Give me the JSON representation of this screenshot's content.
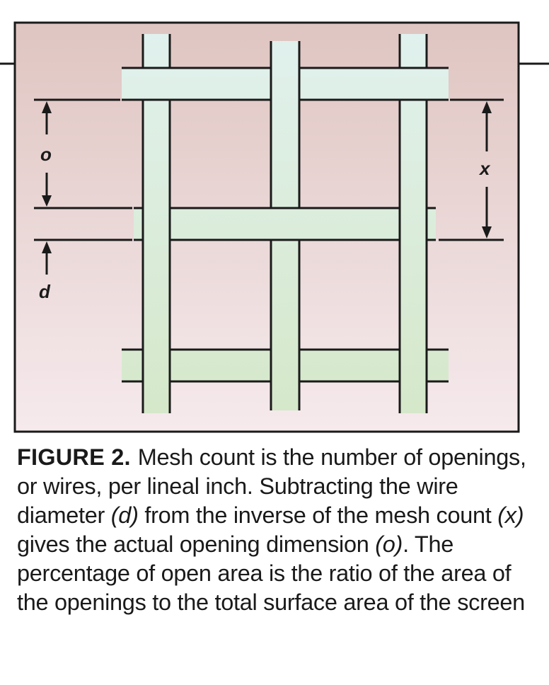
{
  "diagram": {
    "labels": {
      "opening": "o",
      "diameter": "d",
      "pitch": "x"
    },
    "colors": {
      "background_top": "#dfc5c1",
      "background_bottom": "#f6eaed",
      "wire_top": "#e1f1ee",
      "wire_bottom": "#d5e8c9",
      "wire_edge": "#1a1a1a",
      "frame": "#1a1a1a"
    }
  },
  "caption": {
    "figure_label": "FIGURE 2.",
    "part1": "Mesh count is the number of openings, or wires, per lineal inch. Subtracting the wire diameter ",
    "var_d": "(d)",
    "part2": " from the inverse of the mesh count ",
    "var_x": "(x)",
    "part3": " gives the actual opening dimension ",
    "var_o": "(o)",
    "part4": ". The percentage of open area is the ratio of the area of the openings to the total surface area of the screen"
  }
}
